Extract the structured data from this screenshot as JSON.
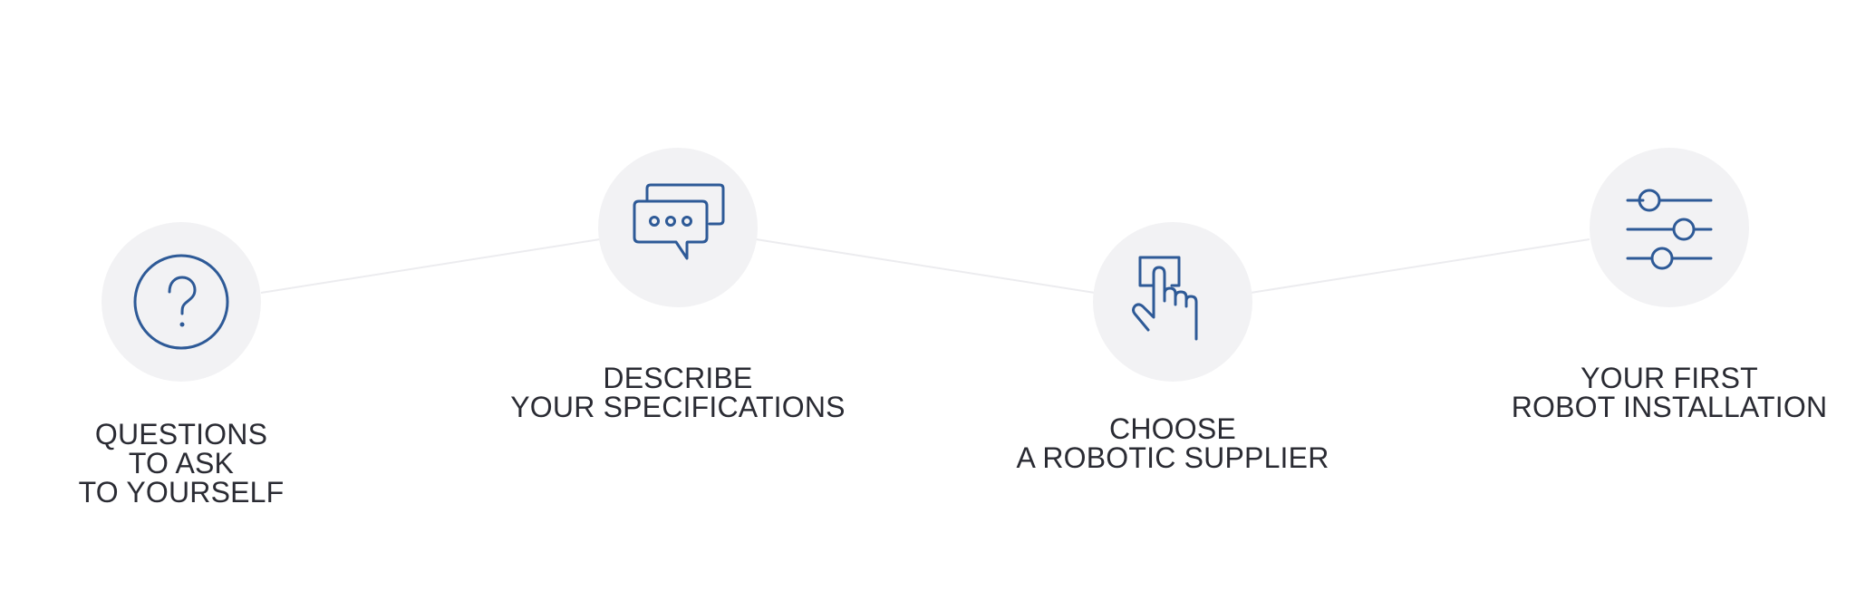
{
  "diagram": {
    "accent_color": "#2e5a97",
    "circle_color": "#f2f2f4",
    "connector_color": "#ececef",
    "steps": [
      {
        "icon": "question-mark-icon",
        "label_lines": [
          "QUESTIONS",
          "TO ASK",
          "TO YOURSELF"
        ]
      },
      {
        "icon": "chat-bubbles-icon",
        "label_lines": [
          "DESCRIBE",
          "YOUR SPECIFICATIONS"
        ]
      },
      {
        "icon": "hand-pointing-icon",
        "label_lines": [
          "CHOOSE",
          "A ROBOTIC SUPPLIER"
        ]
      },
      {
        "icon": "sliders-icon",
        "label_lines": [
          "YOUR FIRST",
          "ROBOT INSTALLATION"
        ]
      }
    ]
  }
}
